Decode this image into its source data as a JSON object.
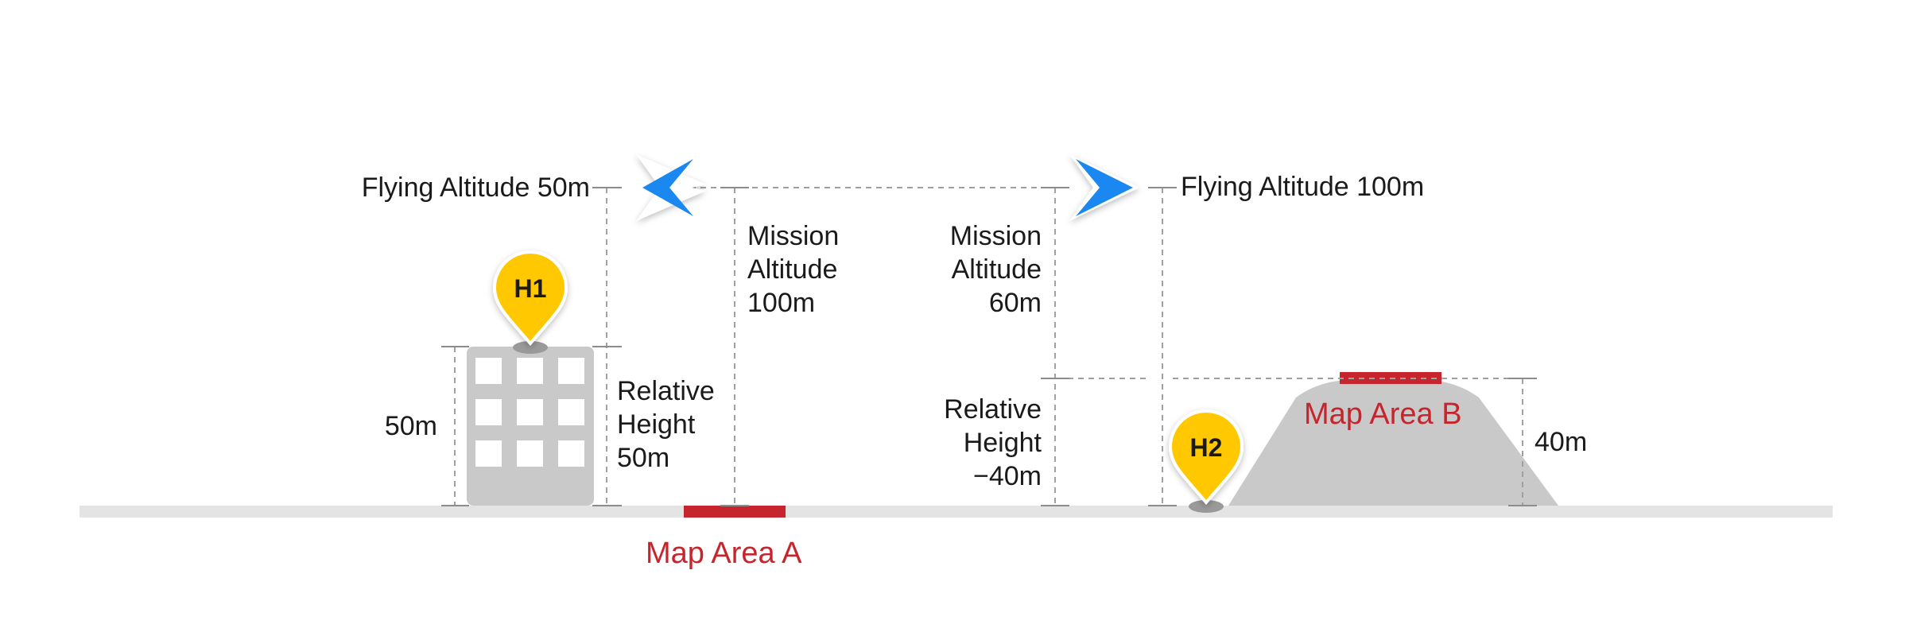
{
  "labels": {
    "flying_altitude_left": "Flying Altitude 50m",
    "flying_altitude_right": "Flying Altitude 100m",
    "mission_altitude_left": [
      "Mission",
      "Altitude",
      "100m"
    ],
    "mission_altitude_right": [
      "Mission",
      "Altitude",
      "60m"
    ],
    "relative_height_left": [
      "Relative",
      "Height",
      "50m"
    ],
    "relative_height_right": [
      "Relative",
      "Height",
      "−40m"
    ],
    "building_height": "50m",
    "hill_height": "40m",
    "map_area_a": "Map Area A",
    "map_area_b": "Map Area B",
    "home_point_1": "H1",
    "home_point_2": "H2"
  },
  "colors": {
    "ground": "#e4e4e4",
    "structure": "#c9c9c9",
    "map_area": "#c6252d",
    "pin": "#ffc800",
    "drone_arrow": "#1a88f0",
    "dashed_line": "#a0a0a0"
  },
  "icons": {
    "home_pin": "map-pin-icon",
    "drone": "navigation-arrow-icon"
  }
}
